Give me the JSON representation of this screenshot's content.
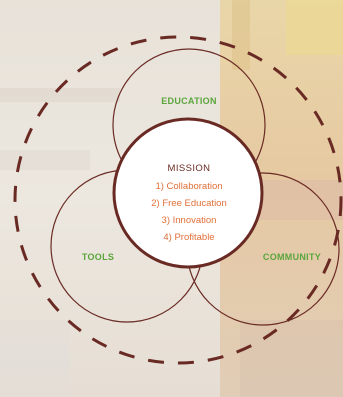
{
  "diagram": {
    "center": {
      "title": "MISSION",
      "items": [
        "1) Collaboration",
        "2) Free Education",
        "3) Innovation",
        "4) Profitable"
      ]
    },
    "petals": {
      "top": "EDUCATION",
      "left": "TOOLS",
      "right": "COMMUNITY"
    }
  },
  "colors": {
    "outline": "#6a2a24",
    "petal_label": "#5aa53c",
    "center_item": "#e0703a",
    "center_fill": "#ffffff"
  }
}
